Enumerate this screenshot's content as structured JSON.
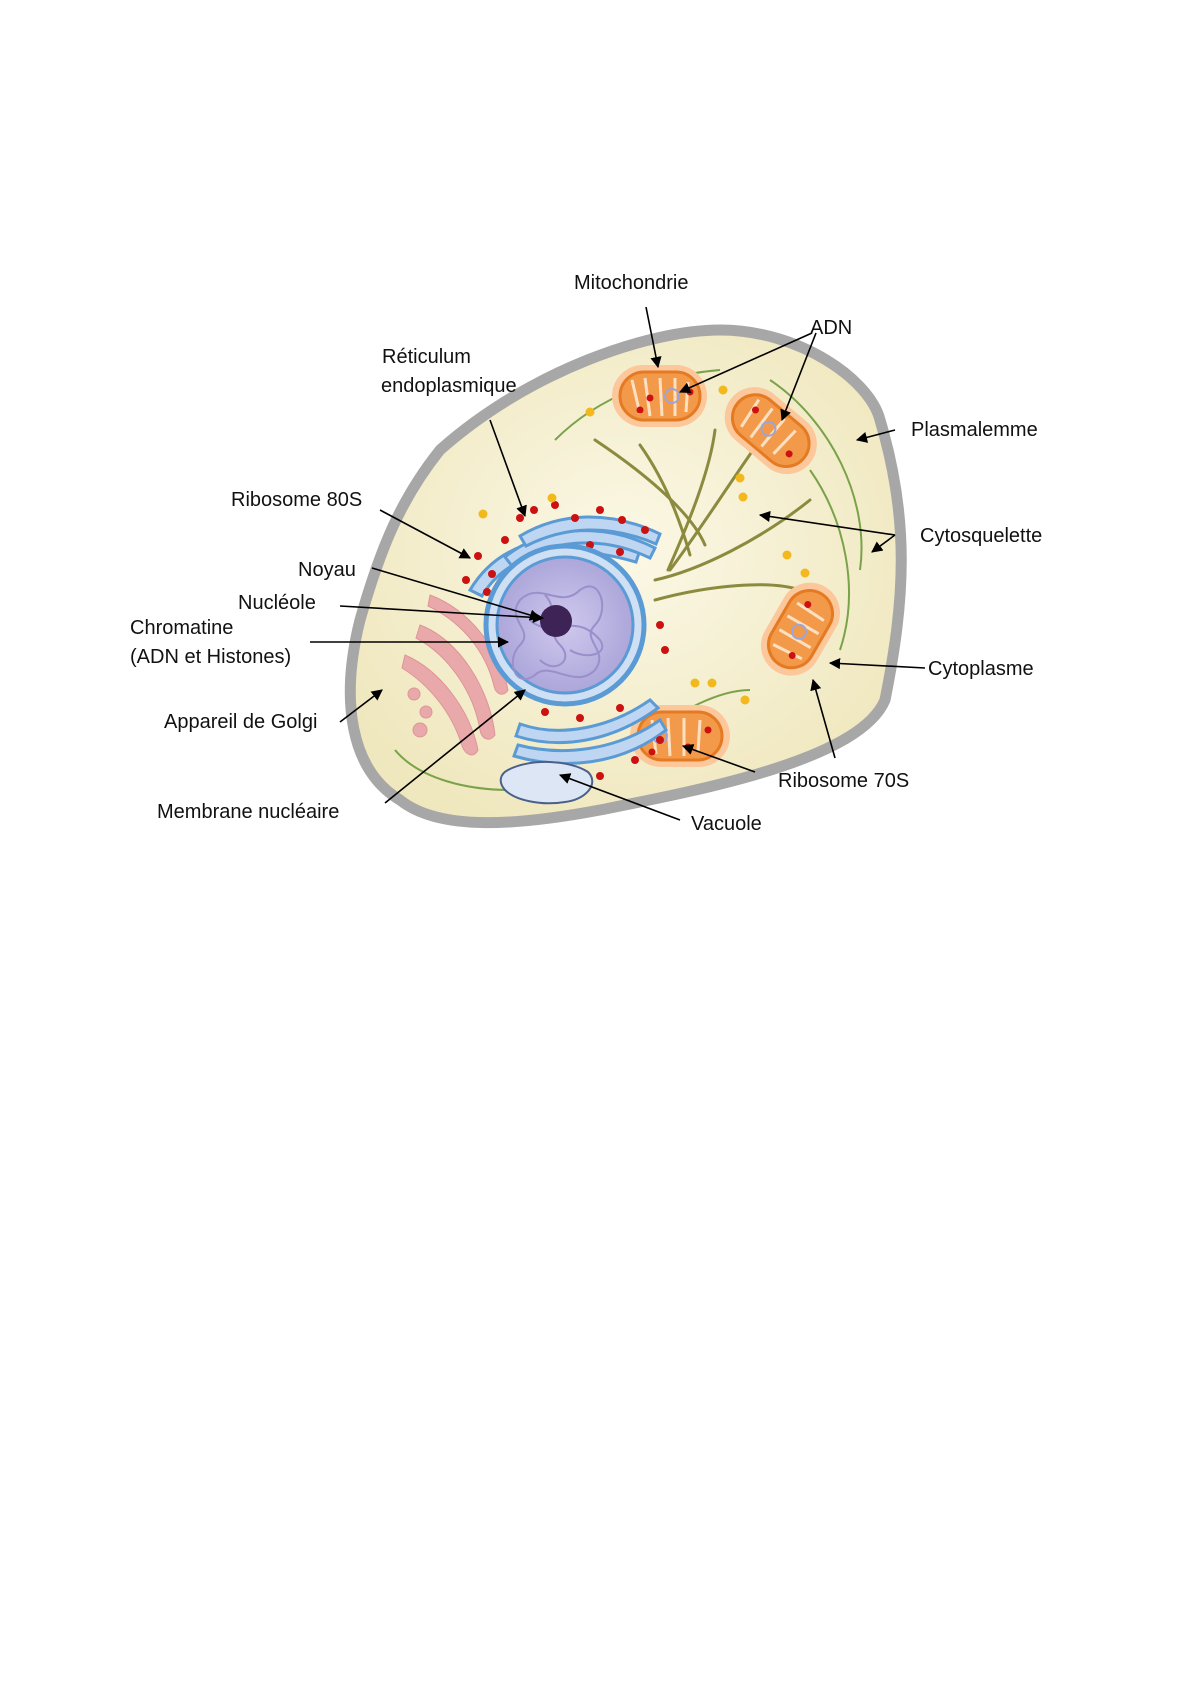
{
  "diagram": {
    "labels": {
      "mitochondrie": "Mitochondrie",
      "adn": "ADN",
      "reticulum_line1": "Réticulum",
      "reticulum_line2": "endoplasmique",
      "plasmalemme": "Plasmalemme",
      "ribosome80s": "Ribosome 80S",
      "cytosquelette": "Cytosquelette",
      "noyau": "Noyau",
      "nucleole": "Nucléole",
      "chromatine_line1": "Chromatine",
      "chromatine_line2": "(ADN et Histones)",
      "cytoplasme": "Cytoplasme",
      "golgi": "Appareil de Golgi",
      "ribosome70s": "Ribosome 70S",
      "membrane_nucleaire": "Membrane nucléaire",
      "vacuole": "Vacuole"
    },
    "colors": {
      "cell_membrane": "#a9a9a9",
      "cytoplasm": "#f1ebc3",
      "mitochondria": "#f08a3a",
      "nucleus": "#b9b3e0",
      "nuclear_envelope": "#5b9bd5",
      "golgi": "#e8a6a8",
      "ribosome": "#cc1111",
      "granule": "#f2b81c",
      "cytoskeleton": "#8a8a3c",
      "vacuole": "#dce6f4"
    }
  }
}
